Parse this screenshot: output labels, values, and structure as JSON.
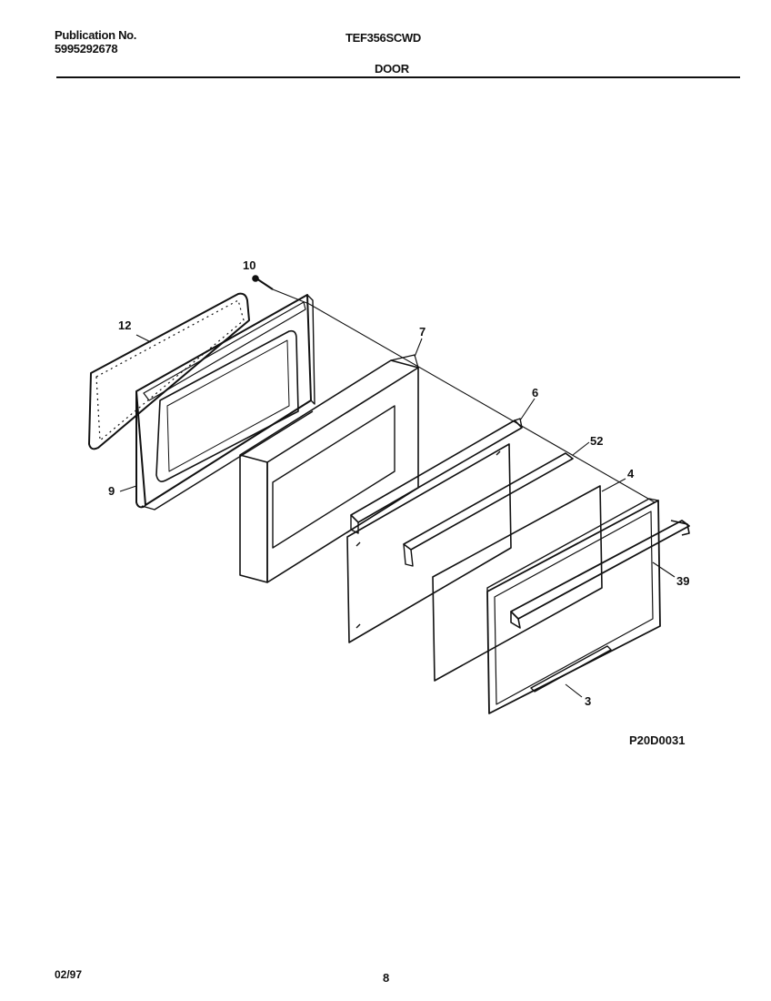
{
  "header": {
    "publication_label": "Publication No.",
    "publication_number": "5995292678",
    "model": "TEF356SCWD",
    "section_title": "DOOR"
  },
  "callouts": {
    "c10": "10",
    "c12": "12",
    "c7": "7",
    "c6": "6",
    "c52": "52",
    "c4": "4",
    "c9": "9",
    "c39": "39",
    "c3": "3"
  },
  "drawing_code": "P20D0031",
  "footer": {
    "date": "02/97",
    "page": "8"
  }
}
